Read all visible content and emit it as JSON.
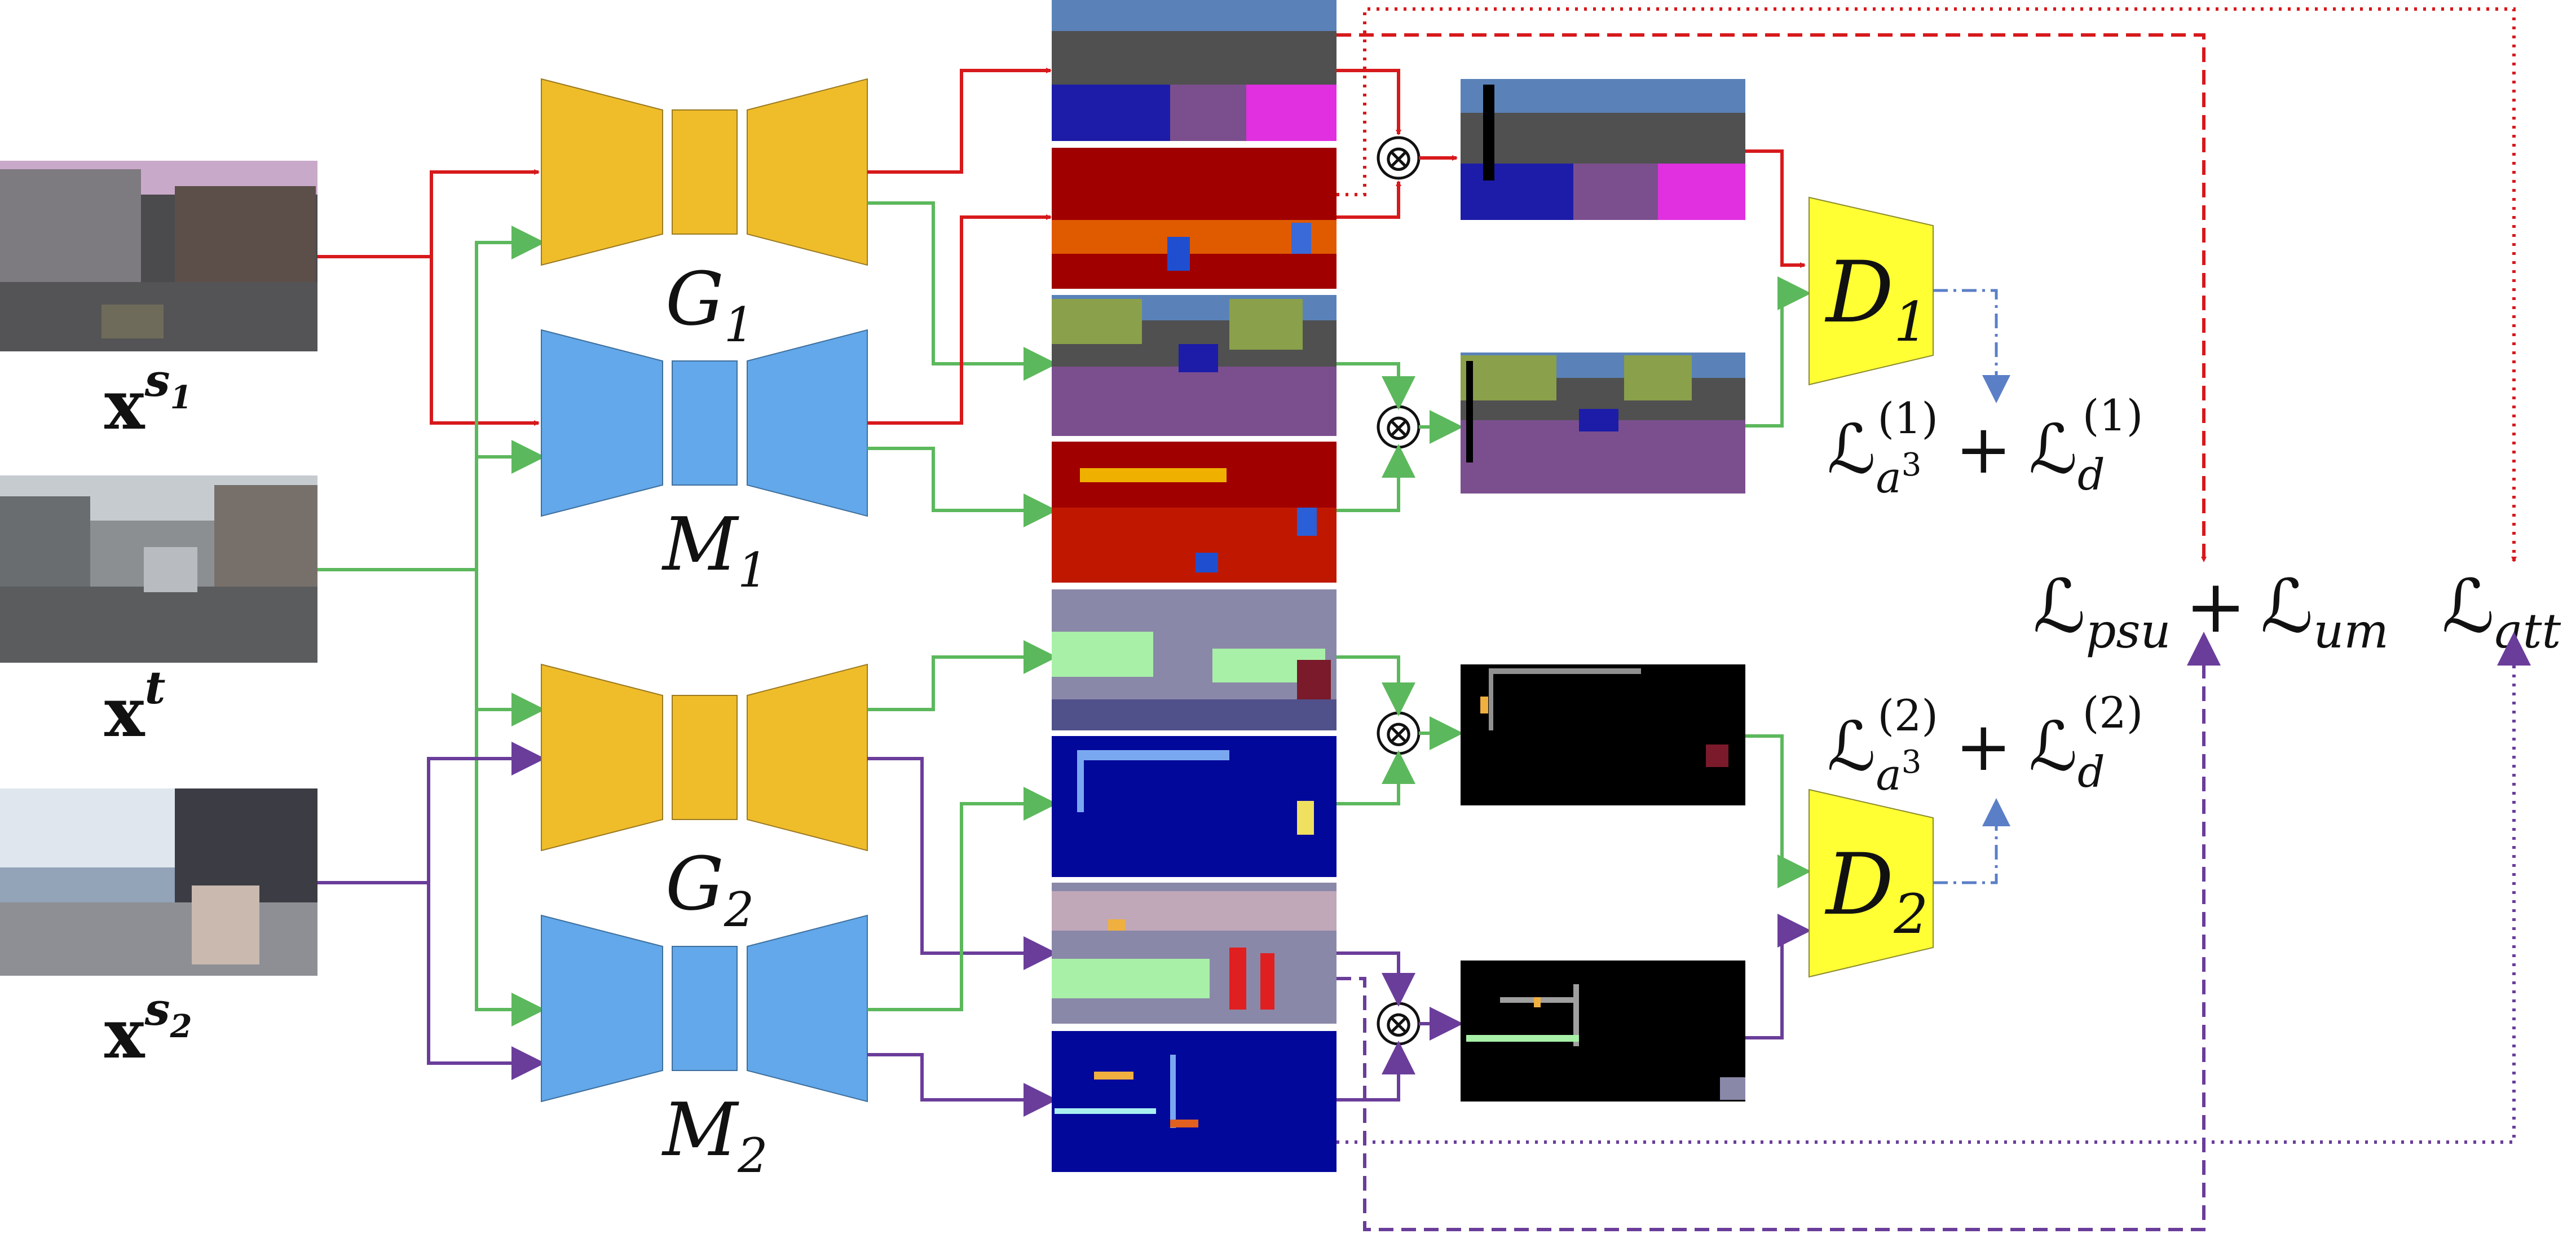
{
  "inputs": {
    "xs1": {
      "base": "x",
      "sup": "s",
      "supsub": "1"
    },
    "xt": {
      "base": "x",
      "sup": "t"
    },
    "xs2": {
      "base": "x",
      "sup": "s",
      "supsub": "2"
    }
  },
  "networks": {
    "G1": {
      "base": "G",
      "sub": "1"
    },
    "M1": {
      "base": "M",
      "sub": "1"
    },
    "G2": {
      "base": "G",
      "sub": "2"
    },
    "M2": {
      "base": "M",
      "sub": "2"
    }
  },
  "discriminators": {
    "D1": {
      "base": "D",
      "sub": "1"
    },
    "D2": {
      "base": "D",
      "sub": "2"
    }
  },
  "losses": {
    "branch1": {
      "a": "ℒ",
      "a_sub": "a",
      "a_subsup": "3",
      "a_sup": "(1)",
      "plus": "+",
      "d": "ℒ",
      "d_sub": "d",
      "d_sup": "(1)"
    },
    "branch2": {
      "a": "ℒ",
      "a_sub": "a",
      "a_subsup": "3",
      "a_sup": "(2)",
      "plus": "+",
      "d": "ℒ",
      "d_sub": "d",
      "d_sup": "(2)"
    },
    "psu": {
      "sym": "ℒ",
      "sub": "psu"
    },
    "plus": "+",
    "um": {
      "sym": "ℒ",
      "sub": "um"
    },
    "att": {
      "sym": "ℒ",
      "sub": "att"
    }
  },
  "multiply_symbol": "⊗",
  "colors": {
    "source1": "#d7191c",
    "target": "#5cb85c",
    "source2": "#6a3d9a",
    "loss_arrow": "#5b7fc7",
    "generator": "#f0bd2a",
    "uncertainty_net": "#62a8ea",
    "discriminator": "#ffff33"
  }
}
